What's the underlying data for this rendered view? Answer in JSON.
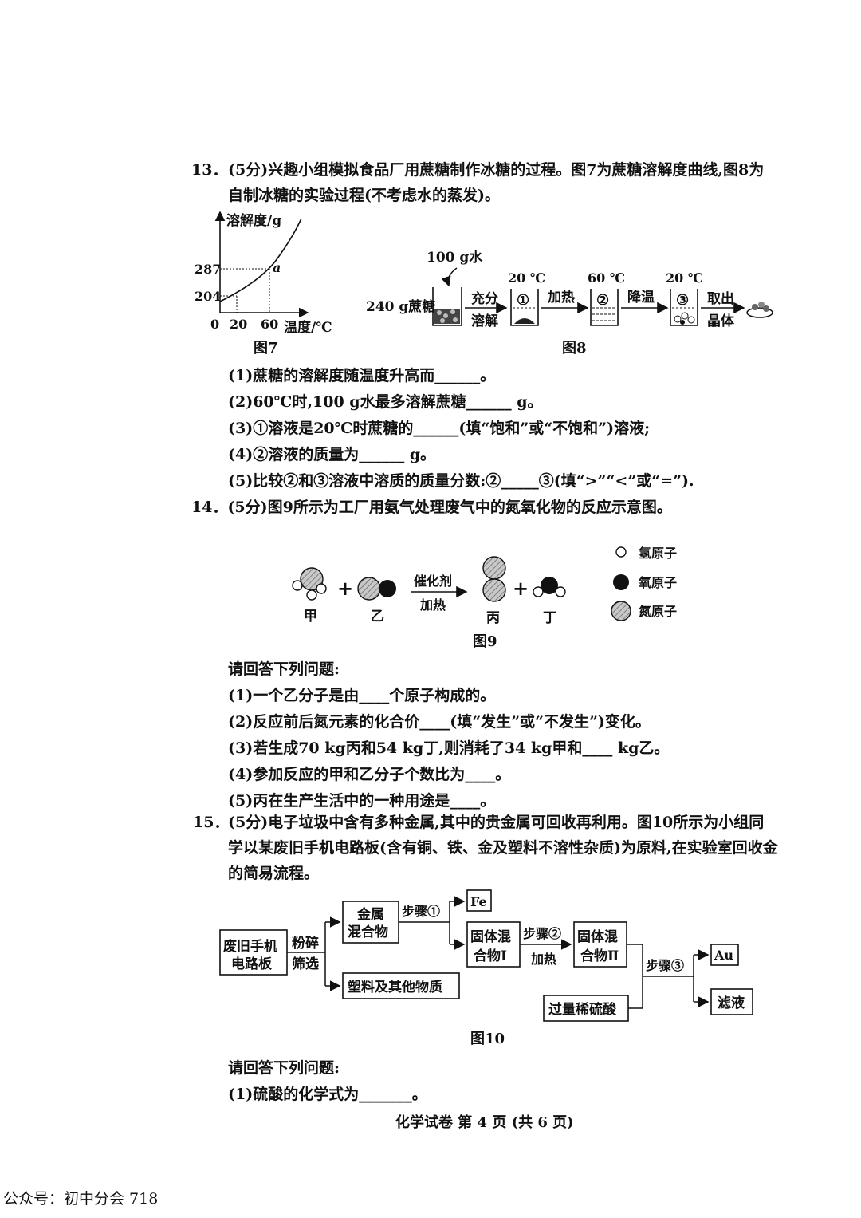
{
  "q13": {
    "number": "13．",
    "stem_line1": "(5分)兴趣小组模拟食品厂用蔗糖制作冰糖的过程。图7为蔗糖溶解度曲线,图8为",
    "stem_line2": "自制冰糖的实验过程(不考虑水的蒸发)。",
    "fig7": {
      "ylabel": "溶解度/g",
      "xlabel": "温度/℃",
      "origin": "0",
      "xticks": [
        "20",
        "60"
      ],
      "yticks": [
        "287",
        "204"
      ],
      "point_label": "a",
      "caption": "图7"
    },
    "fig8": {
      "water": "100 g水",
      "sugar": "240 g蔗糖",
      "arrow1_top": "充分",
      "arrow1_bottom": "溶解",
      "temp1": "20 ℃",
      "beaker1": "①",
      "arrow2": "加热",
      "temp2": "60 ℃",
      "beaker2": "②",
      "arrow3": "降温",
      "temp3": "20 ℃",
      "beaker3": "③",
      "arrow4_top": "取出",
      "arrow4_bottom": "晶体",
      "caption": "图8"
    },
    "items": [
      "(1)蔗糖的溶解度随温度升高而______。",
      "(2)60℃时,100 g水最多溶解蔗糖______ g。",
      "(3)①溶液是20℃时蔗糖的______(填“饱和”或“不饱和”)溶液;",
      "(4)②溶液的质量为______ g。",
      "(5)比较②和③溶液中溶质的质量分数:②_____③(填“>”“<”或“=”)."
    ]
  },
  "q14": {
    "stem": "14．(5分)图9所示为工厂用氨气处理废气中的氮氧化物的反应示意图。",
    "fig9": {
      "labels": [
        "甲",
        "乙",
        "丙",
        "丁"
      ],
      "plus": "+",
      "catalyst": "催化剂",
      "heat": "加热",
      "legend": [
        "氢原子",
        "氧原子",
        "氮原子"
      ],
      "caption": "图9"
    },
    "prompt": "请回答下列问题:",
    "items": [
      "(1)一个乙分子是由____个原子构成的。",
      "(2)反应前后氮元素的化合价____(填“发生”或“不发生”)变化。",
      "(3)若生成70 kg丙和54 kg丁,则消耗了34 kg甲和____ kg乙。",
      "(4)参加反应的甲和乙分子个数比为____。",
      "(5)丙在生产生活中的一种用途是____。"
    ]
  },
  "q15": {
    "number": "15．",
    "stem_line1": "(5分)电子垃圾中含有多种金属,其中的贵金属可回收再利用。图10所示为小组同",
    "stem_line2": "学以某废旧手机电路板(含有铜、铁、金及塑料不溶性杂质)为原料,在实验室回收金",
    "stem_line3": "的简易流程。",
    "fig10": {
      "board_l1": "废旧手机",
      "board_l2": "电路板",
      "crush_l1": "粉碎",
      "crush_l2": "筛选",
      "metal_l1": "金属",
      "metal_l2": "混合物",
      "step1": "步骤①",
      "fe": "Fe",
      "solid1_l1": "固体混",
      "solid1_l2": "合物Ⅰ",
      "step2": "步骤②",
      "heat": "加热",
      "solid2_l1": "固体混",
      "solid2_l2": "合物Ⅱ",
      "step3": "步骤③",
      "au": "Au",
      "plastic": "塑料及其他物质",
      "acid": "过量稀硫酸",
      "filtrate": "滤液",
      "caption": "图10"
    },
    "prompt": "请回答下列问题:",
    "items": [
      "(1)硫酸的化学式为_______。"
    ]
  },
  "footer": "化学试卷 第 4 页 (共 6 页)",
  "watermark": "公众号：初中分会 718"
}
